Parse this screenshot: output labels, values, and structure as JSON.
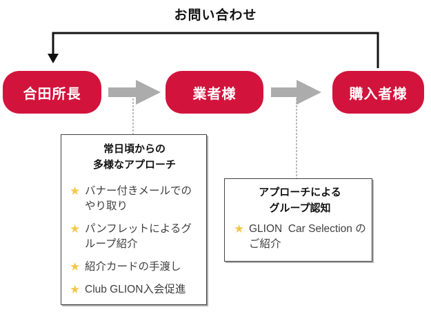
{
  "diagram": {
    "feedback_label": "お問い合わせ",
    "nodes": [
      {
        "label": "合田所長"
      },
      {
        "label": "業者様"
      },
      {
        "label": "購入者様"
      }
    ],
    "boxes": [
      {
        "title_lines": [
          "常日頃からの",
          "多様なアプローチ"
        ],
        "items": [
          "バナー付きメールでのやり取り",
          "パンフレットによるグループ紹介",
          "紹介カードの手渡し",
          "Club GLION入会促進"
        ]
      },
      {
        "title_lines": [
          "アプローチによる",
          "グループ認知"
        ],
        "items": [
          "GLION  Car Selection のご紹介"
        ]
      }
    ],
    "star_icon": "★",
    "colors": {
      "node_red": "#D2143C",
      "star_gold": "#F2C84B",
      "arrow_gray": "#ACACAC",
      "dash_gray": "#8C8C8C",
      "line_black": "#111111"
    }
  }
}
